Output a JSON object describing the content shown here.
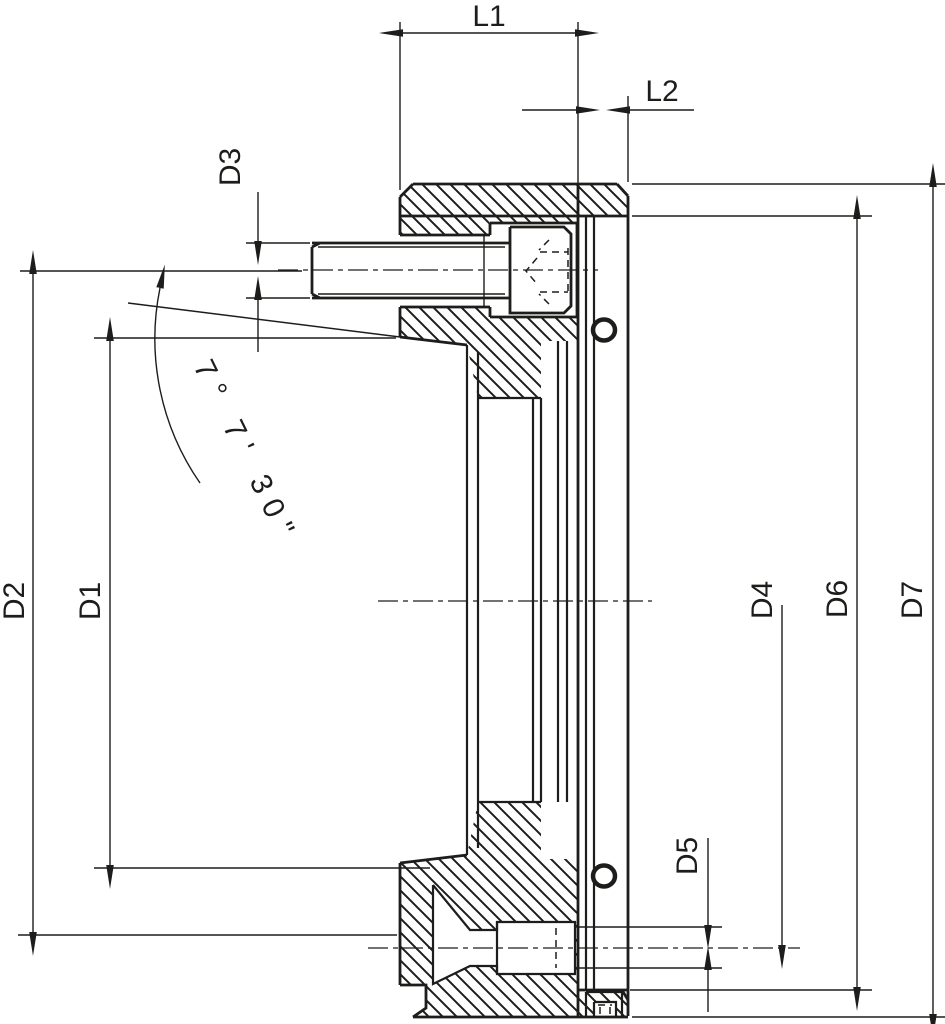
{
  "drawing": {
    "background": "#ffffff",
    "line_color": "#1d1d1b",
    "description": "cross-section technical drawing of a lathe chuck taper adapter plate with dimension callouts",
    "dimensions": {
      "L1": "L1",
      "L2": "L2",
      "D1": "D1",
      "D2": "D2",
      "D3": "D3",
      "D4": "D4",
      "D5": "D5",
      "D6": "D6",
      "D7": "D7",
      "taper_angle": "7° 7' 30\""
    }
  }
}
